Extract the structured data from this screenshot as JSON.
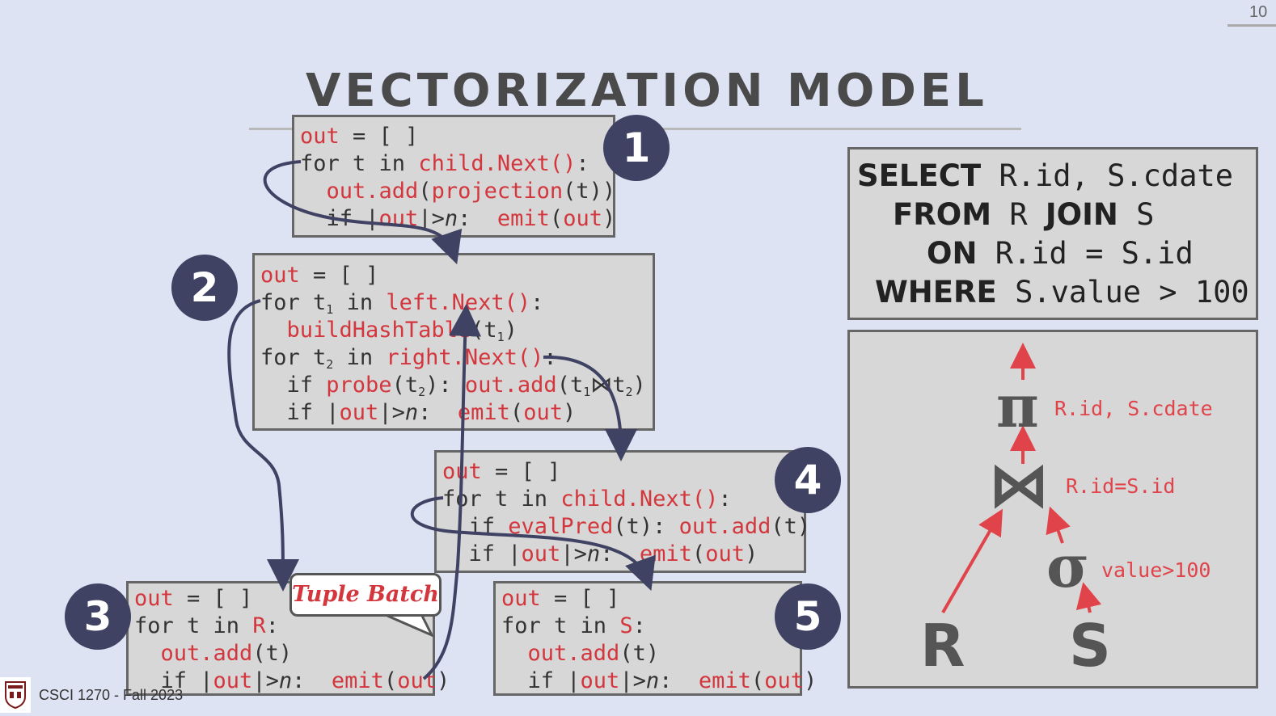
{
  "slide": {
    "title": "VECTORIZATION MODEL",
    "page_number": "10",
    "footer": "CSCI 1270 - Fall 2023"
  },
  "operators": {
    "op1": {
      "badge": "1",
      "lines": [
        [
          [
            "out",
            "kw"
          ],
          [
            " = [ ]",
            "p"
          ]
        ],
        [
          [
            "for t in ",
            "p"
          ],
          [
            "child.Next()",
            "kw"
          ],
          [
            ":",
            "p"
          ]
        ],
        [
          [
            "  ",
            "p"
          ],
          [
            "out.add",
            "kw"
          ],
          [
            "(",
            "p"
          ],
          [
            "projection",
            "kw"
          ],
          [
            "(t))",
            "p"
          ]
        ],
        [
          [
            "  if |",
            "p"
          ],
          [
            "out",
            "kw"
          ],
          [
            "|>",
            "p"
          ],
          [
            "n",
            "i"
          ],
          [
            ":  ",
            "p"
          ],
          [
            "emit",
            "kw"
          ],
          [
            "(",
            "p"
          ],
          [
            "out",
            "kw"
          ],
          [
            ")",
            "p"
          ]
        ]
      ]
    },
    "op2": {
      "badge": "2",
      "lines": [
        [
          [
            "out",
            "kw"
          ],
          [
            " = [ ]",
            "p"
          ]
        ],
        [
          [
            "for t",
            "p"
          ],
          [
            "1",
            "sub"
          ],
          [
            " in ",
            "p"
          ],
          [
            "left.Next()",
            "kw"
          ],
          [
            ":",
            "p"
          ]
        ],
        [
          [
            "  ",
            "p"
          ],
          [
            "buildHashTable",
            "kw"
          ],
          [
            "(t",
            "p"
          ],
          [
            "1",
            "sub"
          ],
          [
            ")",
            "p"
          ]
        ],
        [
          [
            "for t",
            "p"
          ],
          [
            "2",
            "sub"
          ],
          [
            " in ",
            "p"
          ],
          [
            "right.Next()",
            "kw"
          ],
          [
            ":",
            "p"
          ]
        ],
        [
          [
            "  if ",
            "p"
          ],
          [
            "probe",
            "kw"
          ],
          [
            "(t",
            "p"
          ],
          [
            "2",
            "sub"
          ],
          [
            "): ",
            "p"
          ],
          [
            "out.add",
            "kw"
          ],
          [
            "(t",
            "p"
          ],
          [
            "1",
            "sub"
          ],
          [
            "⋈t",
            "p"
          ],
          [
            "2",
            "sub"
          ],
          [
            ")",
            "p"
          ]
        ],
        [
          [
            "  if |",
            "p"
          ],
          [
            "out",
            "kw"
          ],
          [
            "|>",
            "p"
          ],
          [
            "n",
            "i"
          ],
          [
            ":  ",
            "p"
          ],
          [
            "emit",
            "kw"
          ],
          [
            "(",
            "p"
          ],
          [
            "out",
            "kw"
          ],
          [
            ")",
            "p"
          ]
        ]
      ]
    },
    "op3": {
      "badge": "3",
      "lines": [
        [
          [
            "out",
            "kw"
          ],
          [
            " = [ ]",
            "p"
          ]
        ],
        [
          [
            "for t in ",
            "p"
          ],
          [
            "R",
            "kw"
          ],
          [
            ":",
            "p"
          ]
        ],
        [
          [
            "  ",
            "p"
          ],
          [
            "out.add",
            "kw"
          ],
          [
            "(t)",
            "p"
          ]
        ],
        [
          [
            "  if |",
            "p"
          ],
          [
            "out",
            "kw"
          ],
          [
            "|>",
            "p"
          ],
          [
            "n",
            "i"
          ],
          [
            ":  ",
            "p"
          ],
          [
            "emit",
            "kw"
          ],
          [
            "(",
            "p"
          ],
          [
            "out",
            "kw"
          ],
          [
            ")",
            "p"
          ]
        ]
      ]
    },
    "op4": {
      "badge": "4",
      "lines": [
        [
          [
            "out",
            "kw"
          ],
          [
            " = [ ]",
            "p"
          ]
        ],
        [
          [
            "for t in ",
            "p"
          ],
          [
            "child.Next()",
            "kw"
          ],
          [
            ":",
            "p"
          ]
        ],
        [
          [
            "  if ",
            "p"
          ],
          [
            "evalPred",
            "kw"
          ],
          [
            "(t): ",
            "p"
          ],
          [
            "out.add",
            "kw"
          ],
          [
            "(t)",
            "p"
          ]
        ],
        [
          [
            "  if |",
            "p"
          ],
          [
            "out",
            "kw"
          ],
          [
            "|>",
            "p"
          ],
          [
            "n",
            "i"
          ],
          [
            ":  ",
            "p"
          ],
          [
            "emit",
            "kw"
          ],
          [
            "(",
            "p"
          ],
          [
            "out",
            "kw"
          ],
          [
            ")",
            "p"
          ]
        ]
      ]
    },
    "op5": {
      "badge": "5",
      "lines": [
        [
          [
            "out",
            "kw"
          ],
          [
            " = [ ]",
            "p"
          ]
        ],
        [
          [
            "for t in ",
            "p"
          ],
          [
            "S",
            "kw"
          ],
          [
            ":",
            "p"
          ]
        ],
        [
          [
            "  ",
            "p"
          ],
          [
            "out.add",
            "kw"
          ],
          [
            "(t)",
            "p"
          ]
        ],
        [
          [
            "  if |",
            "p"
          ],
          [
            "out",
            "kw"
          ],
          [
            "|>",
            "p"
          ],
          [
            "n",
            "i"
          ],
          [
            ":  ",
            "p"
          ],
          [
            "emit",
            "kw"
          ],
          [
            "(",
            "p"
          ],
          [
            "out",
            "kw"
          ],
          [
            ")",
            "p"
          ]
        ]
      ]
    }
  },
  "callout": "Tuple Batch",
  "sql": {
    "line1_kw": "SELECT",
    "line1_rest": " R.id, S.cdate",
    "line2_kw": "FROM",
    "line2_mid": " R ",
    "line2_kw2": "JOIN",
    "line2_rest": " S",
    "line3_kw": "ON",
    "line3_rest": " R.id = S.id",
    "line4_kw": "WHERE",
    "line4_rest": " S.value > 100"
  },
  "plan_tree": {
    "projection_symbol": "π",
    "projection_label": "R.id, S.cdate",
    "join_symbol": "⋈",
    "join_label": "R.id=S.id",
    "selection_symbol": "σ",
    "selection_label": "value>100",
    "left_relation": "R",
    "right_relation": "S"
  },
  "colors": {
    "keyword": "#d3363c",
    "badge": "#3f4262",
    "box_fill": "#d7d7d7",
    "arrow": "#3f4262",
    "background": "#dde3f3"
  }
}
